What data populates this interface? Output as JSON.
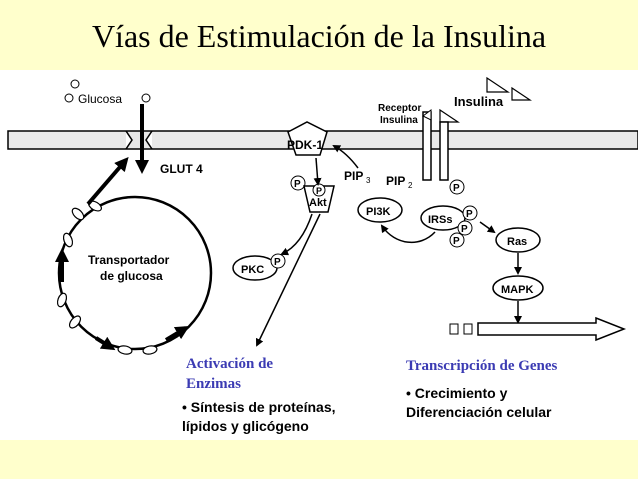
{
  "title": "Vías de Estimulación de la Insulina",
  "labels": {
    "glucosa": "Glucosa",
    "glut4": "GLUT 4",
    "transportador_line1": "Transportador",
    "transportador_line2": "de glucosa",
    "receptor_line1": "Receptor",
    "receptor_line2": "Insulina",
    "insulina": "Insulina",
    "pdk1": "PDK-1",
    "pip3": "PIP",
    "pip3_sub": "3",
    "pip2": "PIP",
    "pip2_sub": "2",
    "akt": "Akt",
    "pi3k": "PI3K",
    "irss": "IRSs",
    "ras": "Ras",
    "mapk": "MAPK",
    "pkc": "PKC",
    "p": "P"
  },
  "activacion": {
    "heading_line1": "Activación de",
    "heading_line2": "Enzimas",
    "bullet_line1": "• Síntesis de proteínas,",
    "bullet_line2": "lípidos y glicógeno"
  },
  "transcripcion": {
    "heading": "Transcripción de Genes",
    "bullet_line1": "• Crecimiento y",
    "bullet_line2": "Diferenciación celular"
  },
  "colors": {
    "background": "#ffffcc",
    "canvas": "#ffffff",
    "blue_text": "#3b3bb3",
    "membrane": "#e8e8e8"
  }
}
